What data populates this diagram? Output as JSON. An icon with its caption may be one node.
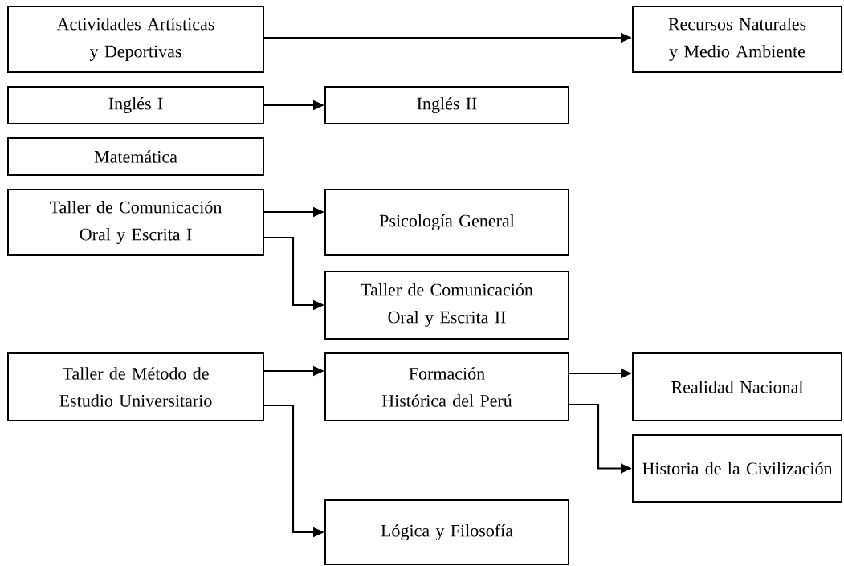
{
  "diagram": {
    "nodes": [
      {
        "text": [
          "Actividades Artísticas y Deportivas"
        ]
      },
      {
        "text": [
          "Recursos Naturales y Medio Ambiente"
        ]
      },
      {
        "text": [
          "Inglés I"
        ]
      },
      {
        "text": [
          "Inglés II"
        ]
      },
      {
        "text": [
          "Matemática"
        ]
      },
      {
        "text": [
          "Taller de Comunicación Oral y Escrita I"
        ]
      },
      {
        "text": [
          "Psicología General"
        ]
      },
      {
        "text": [
          "Taller de Comunicación Oral y Escrita II"
        ]
      },
      {
        "text": [
          "Taller de Método de Estudio Universitario"
        ]
      },
      {
        "text": [
          "Formación Histórica del Perú"
        ]
      },
      {
        "text": [
          "Realidad Nacional"
        ]
      },
      {
        "text": [
          "Historia de la Civilización"
        ]
      },
      {
        "text": [
          "Lógica y Filosofía"
        ]
      }
    ],
    "edges": [
      {
        "from": 0,
        "to": 1,
        "arrow": "to"
      },
      {
        "from": 2,
        "to": 3,
        "arrow": "to"
      },
      {
        "from": 5,
        "to": 6,
        "arrow": "to"
      },
      {
        "from": 5,
        "to": 7,
        "arrow": "to"
      },
      {
        "from": 8,
        "to": 9,
        "arrow": "to"
      },
      {
        "from": 8,
        "to": 12,
        "arrow": "to"
      },
      {
        "from": 9,
        "to": 10,
        "arrow": "to"
      },
      {
        "from": 9,
        "to": 11,
        "arrow": "to"
      }
    ]
  }
}
